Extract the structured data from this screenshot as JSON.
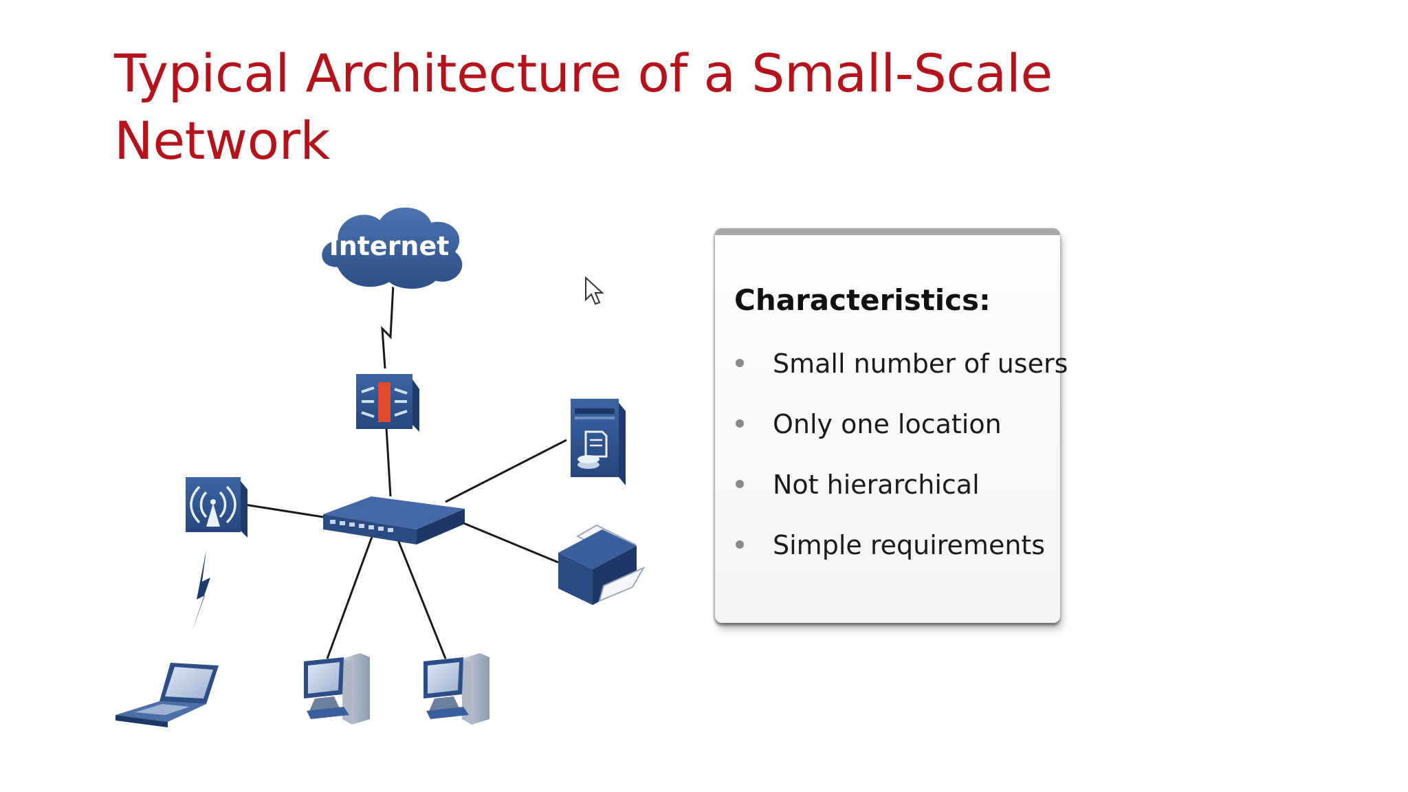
{
  "slide": {
    "title_lines": [
      "Typical Architecture of a Small-Scale",
      "Network"
    ],
    "title_color": "#b5121b"
  },
  "diagram": {
    "cloud_label": "Internet",
    "device_color": "#2c4d86",
    "cloud_color": "#3a5f99",
    "nodes": [
      {
        "id": "internet",
        "kind": "cloud-icon"
      },
      {
        "id": "firewall",
        "kind": "firewall-icon"
      },
      {
        "id": "switch",
        "kind": "switch-icon"
      },
      {
        "id": "wireless-ap",
        "kind": "wireless-ap-icon"
      },
      {
        "id": "server",
        "kind": "server-icon"
      },
      {
        "id": "printer",
        "kind": "printer-icon"
      },
      {
        "id": "laptop",
        "kind": "laptop-icon"
      },
      {
        "id": "pc-1",
        "kind": "desktop-pc-icon"
      },
      {
        "id": "pc-2",
        "kind": "desktop-pc-icon"
      }
    ],
    "links": [
      {
        "from": "internet",
        "to": "firewall",
        "type": "wan-zigzag"
      },
      {
        "from": "firewall",
        "to": "switch",
        "type": "wired"
      },
      {
        "from": "wireless-ap",
        "to": "switch",
        "type": "wired"
      },
      {
        "from": "server",
        "to": "switch",
        "type": "wired"
      },
      {
        "from": "printer",
        "to": "switch",
        "type": "wired"
      },
      {
        "from": "pc-1",
        "to": "switch",
        "type": "wired"
      },
      {
        "from": "pc-2",
        "to": "switch",
        "type": "wired"
      },
      {
        "from": "wireless-ap",
        "to": "laptop",
        "type": "wireless-bolt"
      }
    ]
  },
  "characteristics": {
    "heading": "Characteristics:",
    "items": [
      "Small number of users",
      "Only one location",
      "Not hierarchical",
      "Simple requirements"
    ]
  }
}
